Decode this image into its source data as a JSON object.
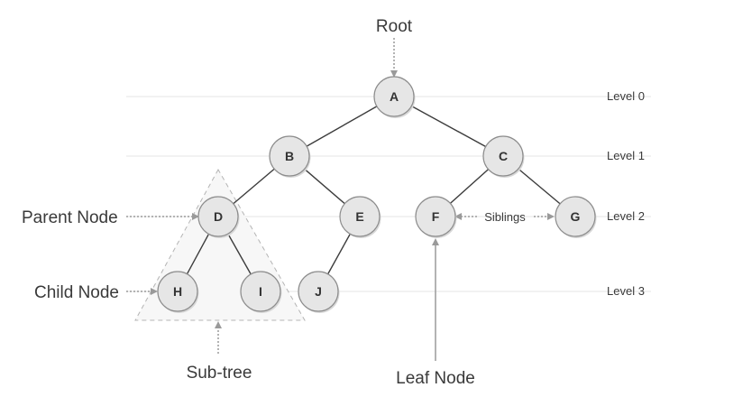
{
  "diagram": {
    "callouts": {
      "root": "Root",
      "parent_node": "Parent Node",
      "child_node": "Child Node",
      "siblings": "Siblings",
      "sub_tree": "Sub-tree",
      "leaf_node": "Leaf Node"
    },
    "levels": [
      "Level 0",
      "Level 1",
      "Level 2",
      "Level 3"
    ],
    "nodes": [
      {
        "id": "A",
        "label": "A",
        "level": 0
      },
      {
        "id": "B",
        "label": "B",
        "level": 1
      },
      {
        "id": "C",
        "label": "C",
        "level": 1
      },
      {
        "id": "D",
        "label": "D",
        "level": 2
      },
      {
        "id": "E",
        "label": "E",
        "level": 2
      },
      {
        "id": "F",
        "label": "F",
        "level": 2
      },
      {
        "id": "G",
        "label": "G",
        "level": 2
      },
      {
        "id": "H",
        "label": "H",
        "level": 3
      },
      {
        "id": "I",
        "label": "I",
        "level": 3
      },
      {
        "id": "J",
        "label": "J",
        "level": 3
      }
    ],
    "edges": [
      [
        "A",
        "B"
      ],
      [
        "A",
        "C"
      ],
      [
        "B",
        "D"
      ],
      [
        "B",
        "E"
      ],
      [
        "C",
        "F"
      ],
      [
        "C",
        "G"
      ],
      [
        "D",
        "H"
      ],
      [
        "D",
        "I"
      ],
      [
        "E",
        "J"
      ]
    ],
    "colors": {
      "node_fill": "#e6e6e6",
      "node_stroke": "#8c8c8c",
      "edge": "#3c3c3c",
      "dotted_arrow": "#9a9a9a",
      "level_line": "#e4e4e4",
      "subtree": "#b4b4b4"
    }
  }
}
